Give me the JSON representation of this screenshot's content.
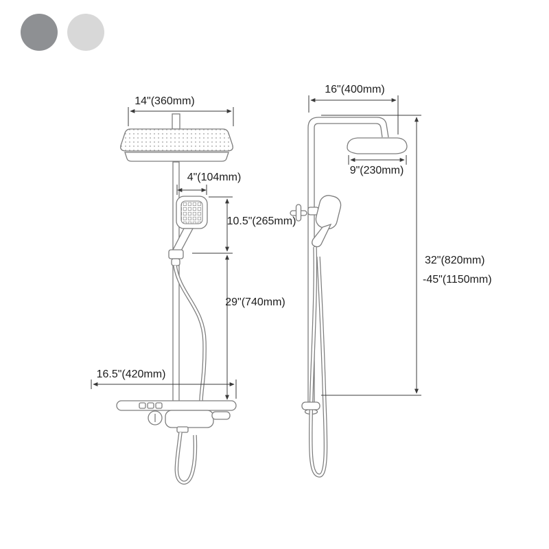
{
  "page": {
    "background": "#ffffff",
    "description": "shower system dimension diagram, front and side views"
  },
  "color_options": {
    "swatches": [
      {
        "name": "gray",
        "color": "#8e9093"
      },
      {
        "name": "light-gray",
        "color": "#d8d8d8"
      }
    ]
  },
  "front_view": {
    "dims": {
      "head_width": "14\"(360mm)",
      "hand_shower_width": "4\"(104mm)",
      "hand_shower_drop": "10.5\"(265mm)",
      "riser_length": "29\"(740mm)",
      "shelf_width": "16.5\"(420mm)"
    }
  },
  "side_view": {
    "dims": {
      "arm_reach": "16\"(400mm)",
      "head_depth": "9\"(230mm)",
      "height_min": "32\"(820mm)",
      "height_max": "-45\"(1150mm)"
    }
  }
}
